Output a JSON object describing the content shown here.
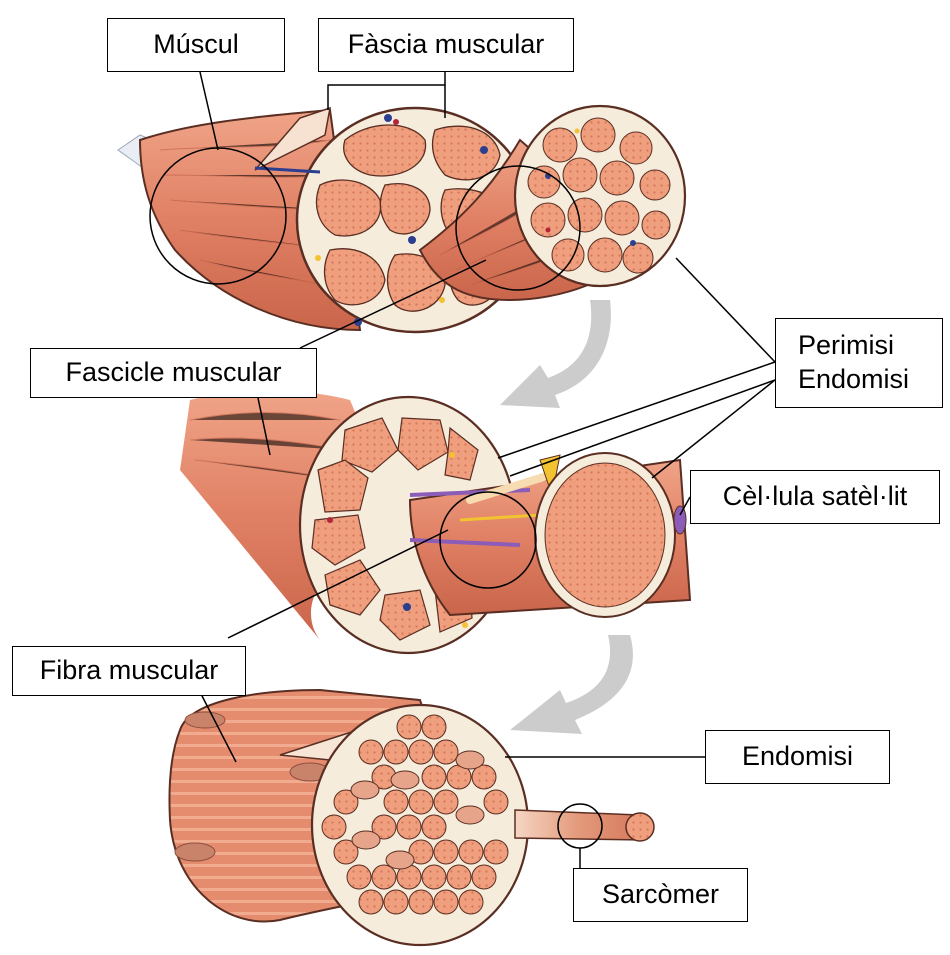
{
  "labels": {
    "muscle": "Múscul",
    "muscle_fascia": "Fàscia muscular",
    "perimysium": "Perimisi",
    "endomysium": "Endomisi",
    "fascicle": "Fascicle muscular",
    "satellite_cell": "Cèl·lula satèl·lit",
    "muscle_fiber": "Fibra muscular",
    "endomysium_fiber": "Endomisi",
    "sarcomere": "Sarcòmer"
  },
  "colors": {
    "muscle": "#e3866a",
    "muscle_dark": "#c9654a",
    "muscle_light": "#f0a888",
    "connective": "#f6ecdc",
    "fascia": "#f9e6d6",
    "outline": "#5a2e22",
    "arrow": "#cccccc",
    "vessel_blue": "#2a3f8f",
    "vessel_red": "#b3263a",
    "vessel_yellow": "#f2c230",
    "nerve_purple": "#8b5cb8"
  },
  "icons": [
    "curved-arrow-icon"
  ]
}
